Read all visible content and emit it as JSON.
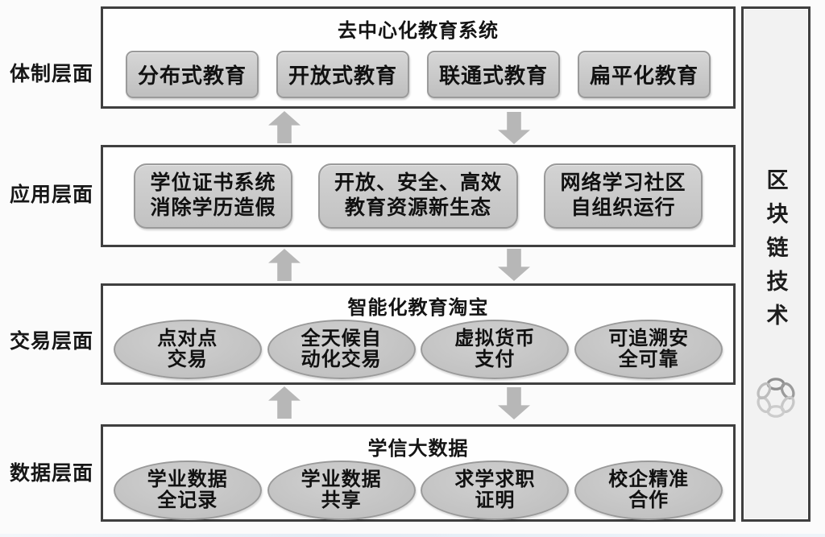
{
  "diagram": {
    "right_bar": {
      "label": "区块链技术"
    },
    "layers": [
      {
        "side_label": "体制层面",
        "title": "去中心化教育系统",
        "items": [
          {
            "line1": "分布式教育"
          },
          {
            "line1": "开放式教育"
          },
          {
            "line1": "联通式教育"
          },
          {
            "line1": "扁平化教育"
          }
        ]
      },
      {
        "side_label": "应用层面",
        "title": "",
        "items": [
          {
            "line1": "学位证书系统",
            "line2": "消除学历造假"
          },
          {
            "line1": "开放、安全、高效",
            "line2": "教育资源新生态"
          },
          {
            "line1": "网络学习社区",
            "line2": "自组织运行"
          }
        ]
      },
      {
        "side_label": "交易层面",
        "title": "智能化教育淘宝",
        "items": [
          {
            "line1": "点对点",
            "line2": "交易"
          },
          {
            "line1": "全天候自",
            "line2": "动化交易"
          },
          {
            "line1": "虚拟货币",
            "line2": "支付"
          },
          {
            "line1": "可追溯安",
            "line2": "全可靠"
          }
        ]
      },
      {
        "side_label": "数据层面",
        "title": "学信大数据",
        "items": [
          {
            "line1": "学业数据",
            "line2": "全记录"
          },
          {
            "line1": "学业数据",
            "line2": "共享"
          },
          {
            "line1": "求学求职",
            "line2": "证明"
          },
          {
            "line1": "校企精准",
            "line2": "合作"
          }
        ]
      }
    ],
    "colors": {
      "box_border": "#3f3f3f",
      "node_fill": "#c6c6c6",
      "node_border": "#9a9a9a",
      "arrow_fill": "#b7b7b7",
      "bar_fill": "#f2f2f2"
    }
  }
}
